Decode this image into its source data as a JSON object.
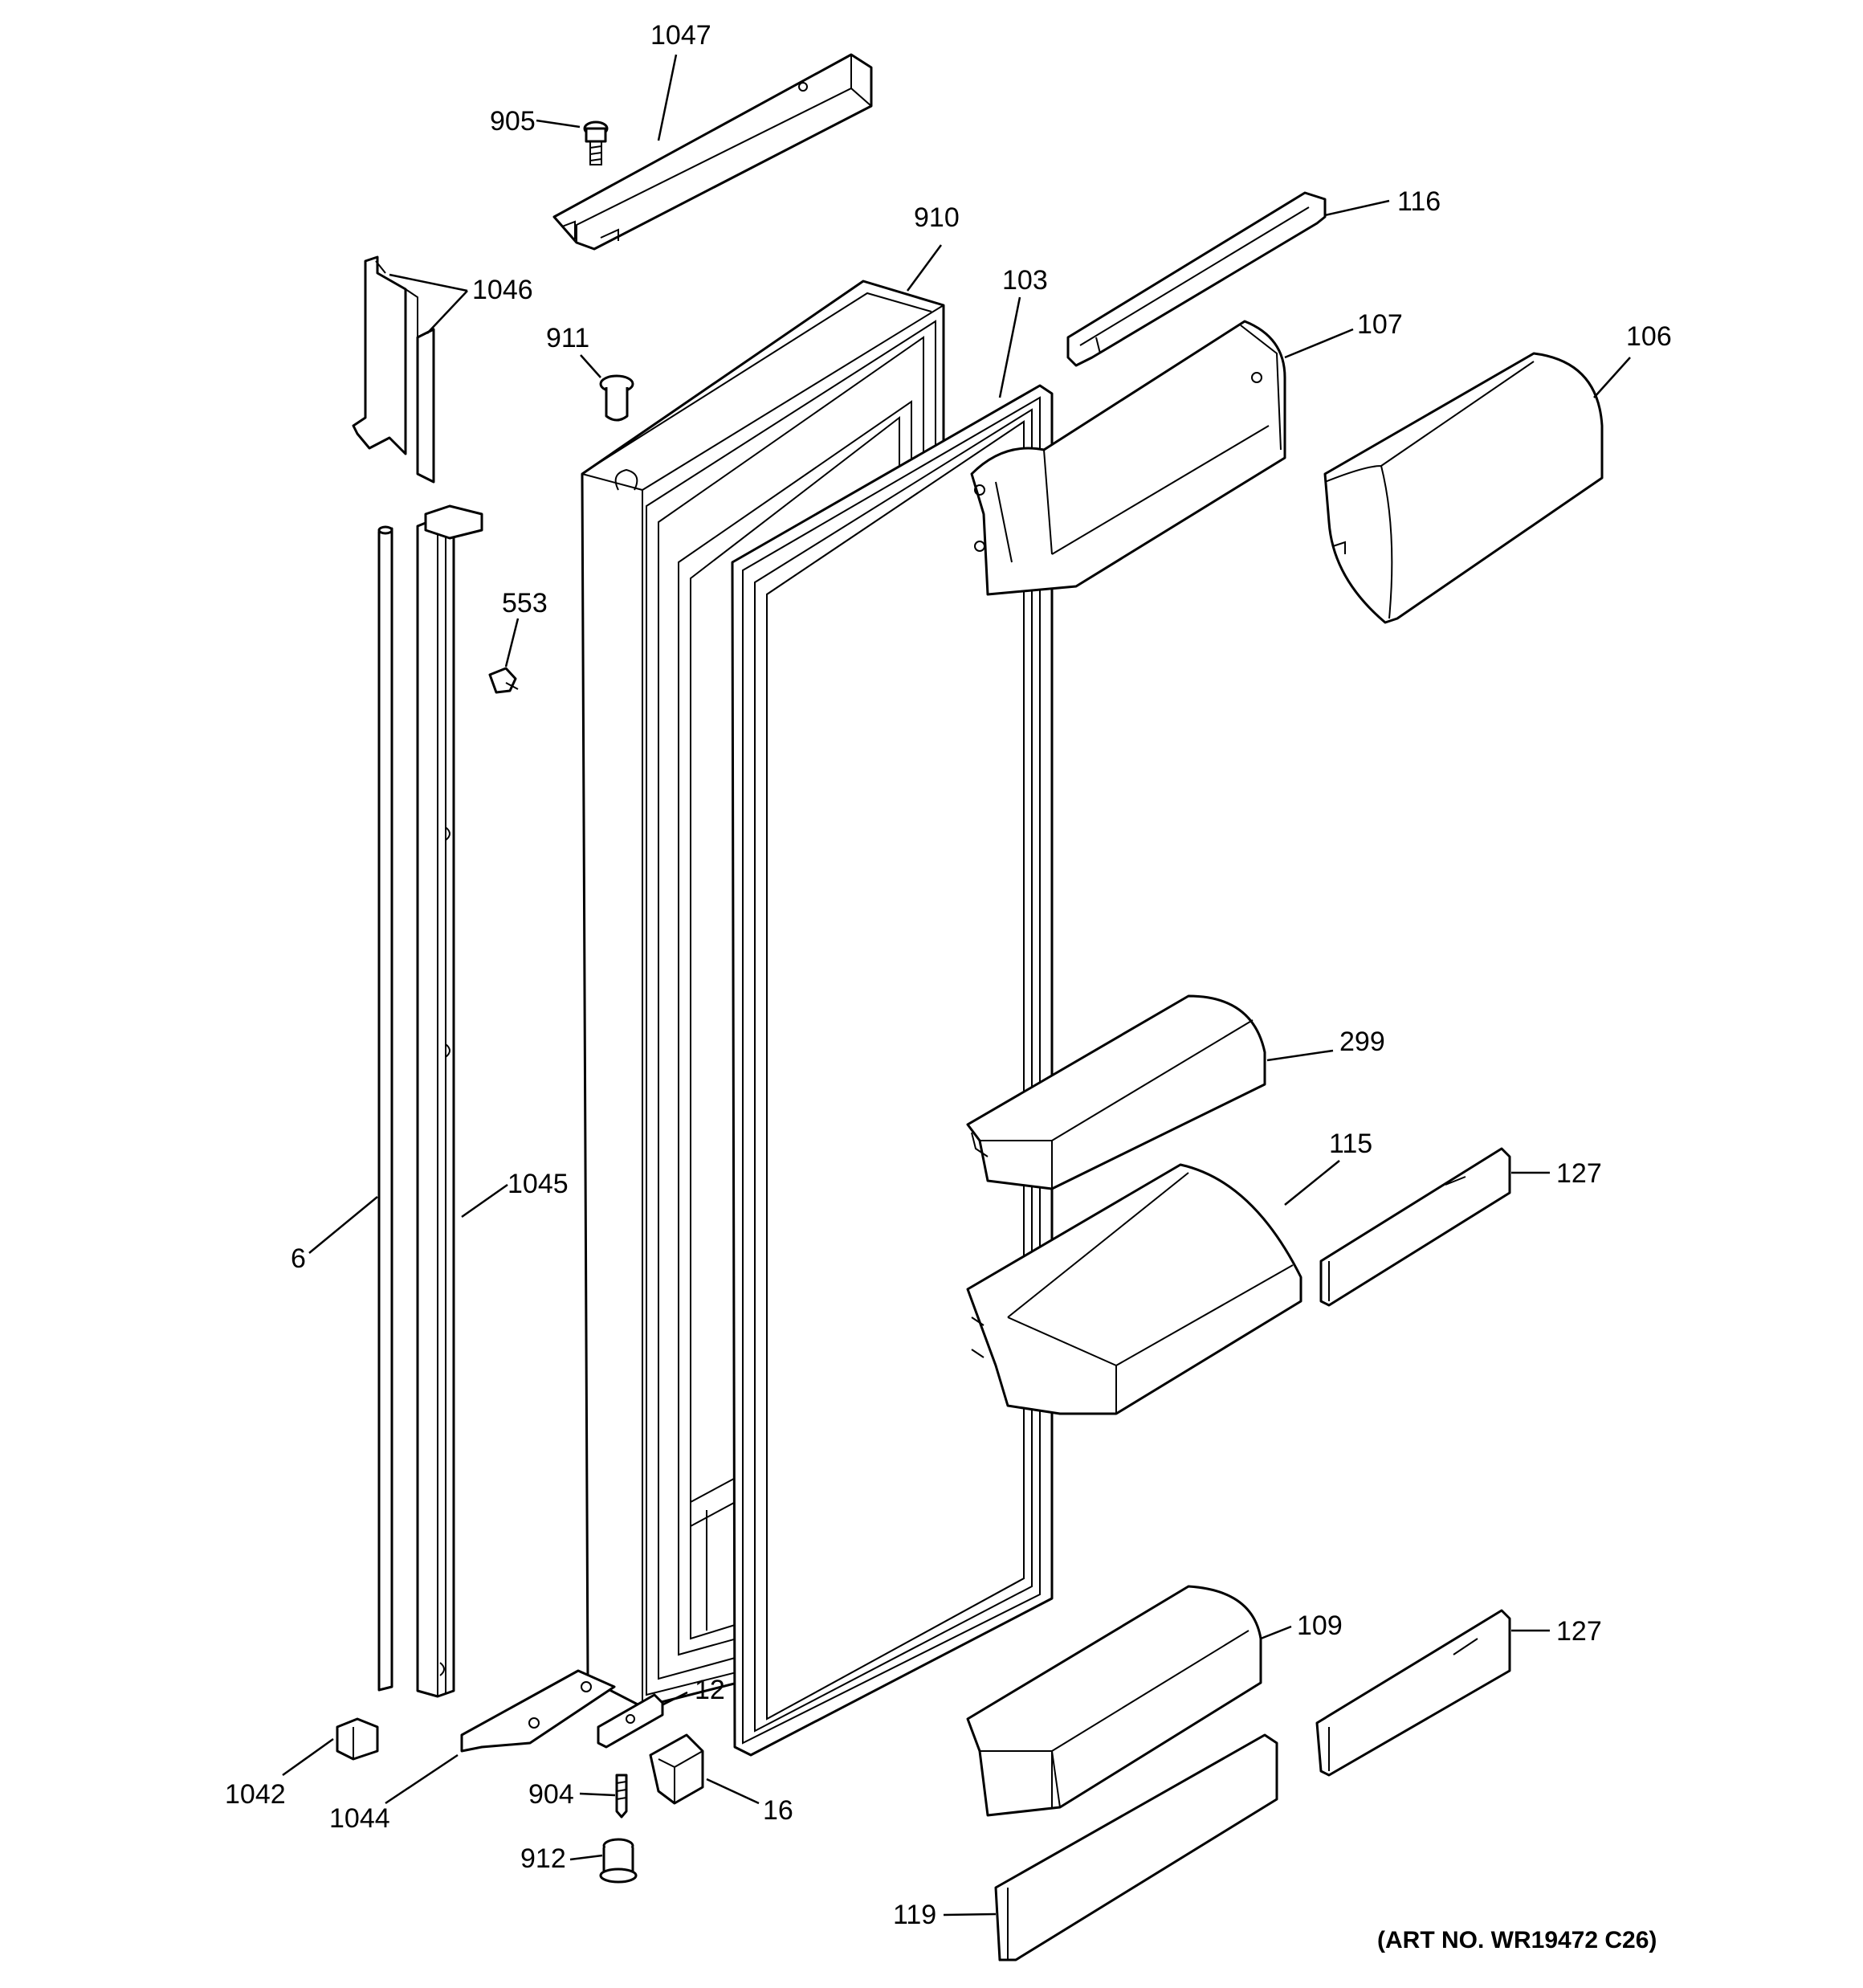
{
  "callouts": {
    "p1047": "1047",
    "p905": "905",
    "p910": "910",
    "p116": "116",
    "p103": "103",
    "p1046": "1046",
    "p911": "911",
    "p107": "107",
    "p106": "106",
    "p553": "553",
    "p299": "299",
    "p115": "115",
    "p127a": "127",
    "p1045": "1045",
    "p6": "6",
    "p109": "109",
    "p127b": "127",
    "p12": "12",
    "p1042": "1042",
    "p904": "904",
    "p16": "16",
    "p1044": "1044",
    "p912": "912",
    "p119": "119"
  },
  "art_number": "(ART NO. WR19472 C26)"
}
